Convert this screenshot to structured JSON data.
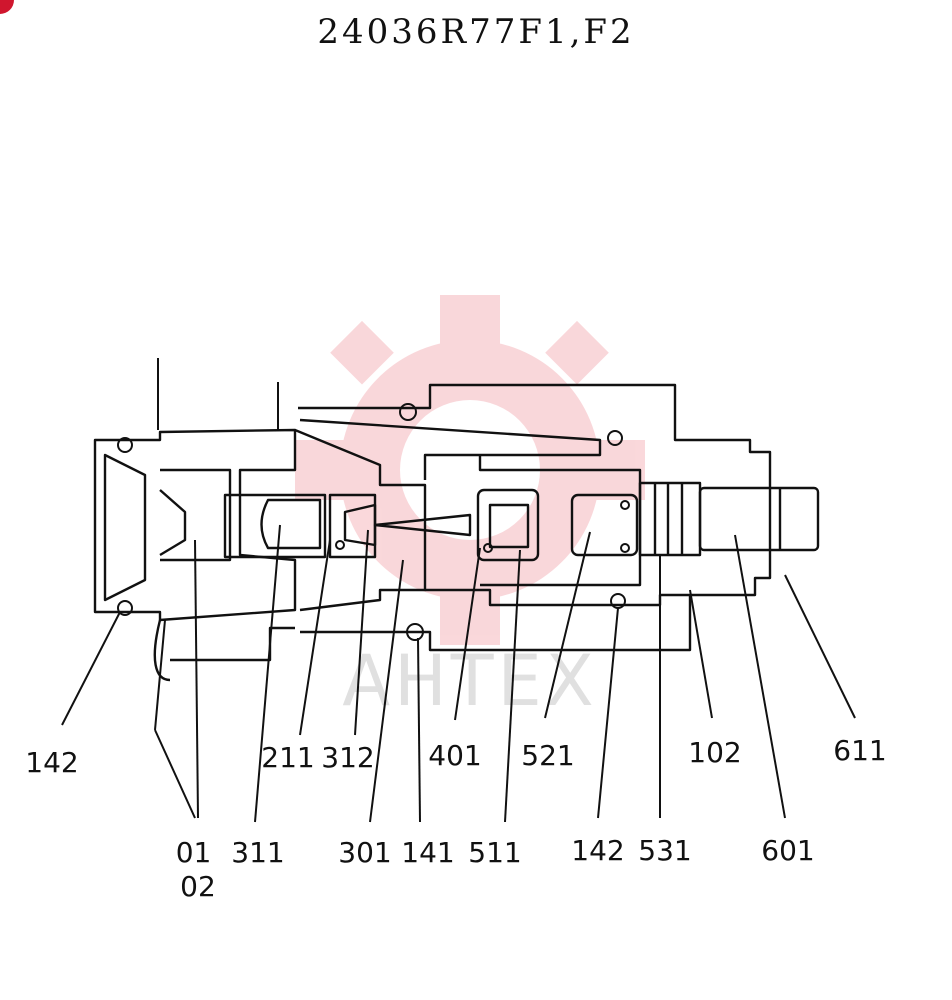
{
  "title": "24036R77F1,F2",
  "watermark": {
    "text": "AHTEX",
    "color": "#e84d5c"
  },
  "colors": {
    "ink": "#111111",
    "corner_mark": "#d0162e"
  },
  "labels": {
    "l142a": "142",
    "l0102": "01\n02",
    "l311": "311",
    "l211": "211",
    "l312": "312",
    "l301": "301",
    "l141": "141",
    "l401": "401",
    "l511": "511",
    "l521": "521",
    "l142b": "142",
    "l531": "531",
    "l102": "102",
    "l601": "601",
    "l611": "611"
  }
}
